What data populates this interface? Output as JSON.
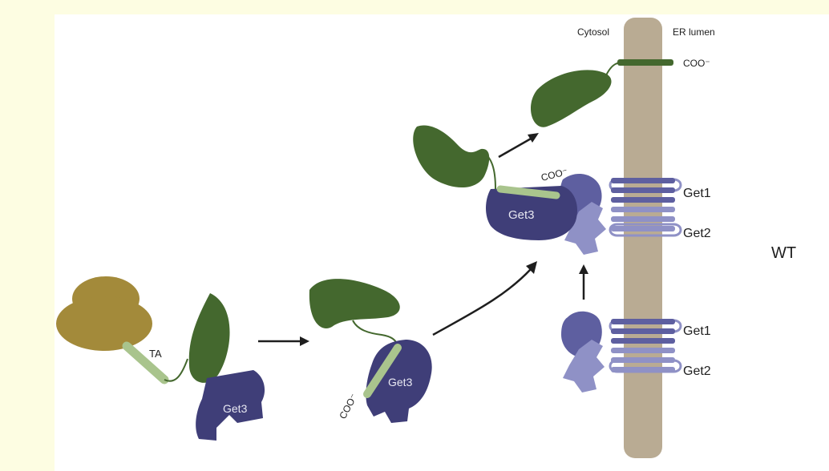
{
  "labels": {
    "cytosol": "Cytosol",
    "er_lumen": "ER lumen",
    "coo_membrane": "COO⁻",
    "coo_complex": "COO⁻",
    "coo_free": "COO⁻",
    "get3_free": "Get3",
    "get3_bound": "Get3",
    "get3_complex": "Get3",
    "get1_top": "Get1",
    "get2_top": "Get2",
    "get1_bottom": "Get1",
    "get2_bottom": "Get2",
    "ta": "TA",
    "wt": "WT"
  },
  "colors": {
    "background": "#fdfde2",
    "panel": "#ffffff",
    "membrane": "#b9ab93",
    "ribosome": "#a38a3a",
    "ta_protein": "#44682e",
    "ta_segment": "#a9c48d",
    "get3": "#3f3e78",
    "get1": "#5e5fa0",
    "get2": "#8f91c6"
  }
}
